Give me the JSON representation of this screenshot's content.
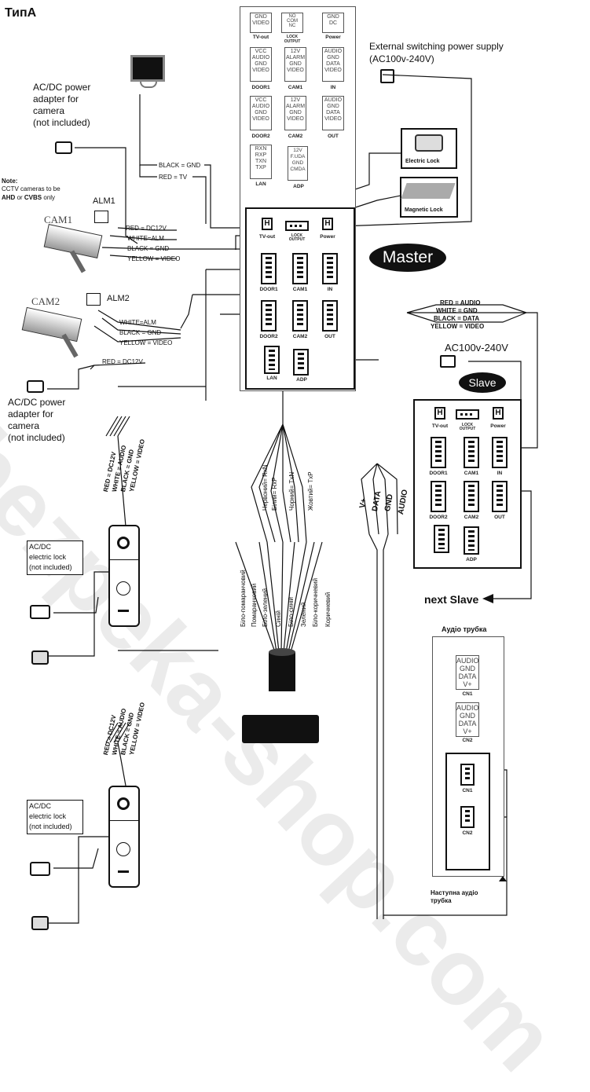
{
  "title": "ТипА",
  "watermark": "bezpeka-shop.com",
  "colors": {
    "line": "#111111",
    "box_border": "#555555",
    "pill_bg": "#111111",
    "pill_text": "#ffffff"
  },
  "top_panel": {
    "row1": [
      {
        "text": "GND\nVIDEO",
        "label": "TV-out"
      },
      {
        "text": "NO\nCOM\nNC",
        "label": "LOCK\nOUTPUT"
      },
      {
        "text": "GND\nDC",
        "label": "Power"
      }
    ],
    "row2": [
      {
        "text": "VCC\nAUDIO\nGND\nVIDEO",
        "label": "DOOR1"
      },
      {
        "text": "12V\nALARM\nGND\nVIDEO",
        "label": "CAM1"
      },
      {
        "text": "AUDIO\nGND\nDATA\nVIDEO",
        "label": "IN"
      }
    ],
    "row3": [
      {
        "text": "VCC\nAUDIO\nGND\nVIDEO",
        "label": "DOOR2"
      },
      {
        "text": "12V\nALARM\nGND\nVIDEO",
        "label": "CAM2"
      },
      {
        "text": "AUDIO\nGND\nDATA\nVIDEO",
        "label": "OUT"
      }
    ],
    "row4": [
      {
        "text": "RXN\nRXP\nTXN\nTXP",
        "label": "LAN"
      },
      {
        "text": "12V\nF.UDA\nGND\nCMDA",
        "label": "ADP"
      }
    ]
  },
  "master": {
    "label": "Master",
    "ports": {
      "tv_out": "TV-out",
      "lock": "LOCK\nOUTPUT",
      "power": "Power",
      "door1": "DOOR1",
      "cam1": "CAM1",
      "in": "IN",
      "door2": "DOOR2",
      "cam2": "CAM2",
      "out": "OUT",
      "lan": "LAN",
      "adp": "ADP"
    },
    "h_glyph": "H"
  },
  "slave": {
    "label": "Slave",
    "ports": {
      "tv_out": "TV-out",
      "lock": "LOCK\nOUTPUT",
      "power": "Power",
      "door1": "DOOR1",
      "cam1": "CAM1",
      "in": "IN",
      "door2": "DOOR2",
      "cam2": "CAM2",
      "out": "OUT",
      "adp": "ADP"
    },
    "ac": "AC100v-240V",
    "wires": [
      "RED = AUDIO",
      "WHITE = GND",
      "BLACK = DATA",
      "YELLOW = VIDEO"
    ],
    "next": "next  Slave"
  },
  "external_power": {
    "line1": "External switching power supply",
    "line2": "(AC100v-240V)"
  },
  "electric_lock": "Electric Lock",
  "magnetic_lock": "Magnetic Lock",
  "monitor_wires": [
    "BLACK = GND",
    "RED = TV"
  ],
  "camera_adapter": [
    "AC/DC power",
    "adapter for",
    "camera",
    "(not included)"
  ],
  "note": {
    "line1": "Note:",
    "line2": "CCTV cameras to be",
    "line3_prefix": "",
    "ahd": "AHD",
    "or": " or ",
    "cvbs": "CVBS",
    "only": " only"
  },
  "cam1": {
    "label": "CAM1",
    "alm": "ALM1",
    "wires": [
      "RED = DC12V",
      "WHITE=ALM",
      "BLACK = GND",
      "YELLOW = VIDEO"
    ]
  },
  "cam2": {
    "label": "CAM2",
    "alm": "ALM2",
    "wires": [
      "WHITE=ALM",
      "BLACK = GND",
      "YELLOW = VIDEO",
      "RED = DC12V"
    ]
  },
  "cam2_adapter": [
    "AC/DC power",
    "adapter for",
    "camera",
    "(not included)"
  ],
  "door_wires": [
    "RED = DC12V",
    "WHITE = AUDIO",
    "BLACK = GND",
    "YELLOW = VIDEO"
  ],
  "door_lock": [
    "AC/DC",
    "electric lock",
    "(not included)"
  ],
  "lan_wires": [
    "Червоний= RxN",
    "Білий= RxP",
    "Чорний= TxN",
    "Жовтий= TxP"
  ],
  "rj45_wires": [
    "Біло-помаранчовий",
    "Помаранчовий",
    "Біло-зелений",
    "Синій",
    "Біло-синій",
    "Зелений",
    "Біло-коричневий",
    "Коричневий"
  ],
  "bus_wires": [
    "V+",
    "DATA",
    "GND",
    "AUDIO"
  ],
  "audio_handset": {
    "title": "Аудіо трубка",
    "cn1": {
      "text": "AUDIO\nGND\nDATA\nV+",
      "label": "CN1"
    },
    "cn2": {
      "text": "AUDIO\nGND\nDATA\nV+",
      "label": "CN2"
    },
    "next": "Наступна аудіо\nтрубка"
  }
}
